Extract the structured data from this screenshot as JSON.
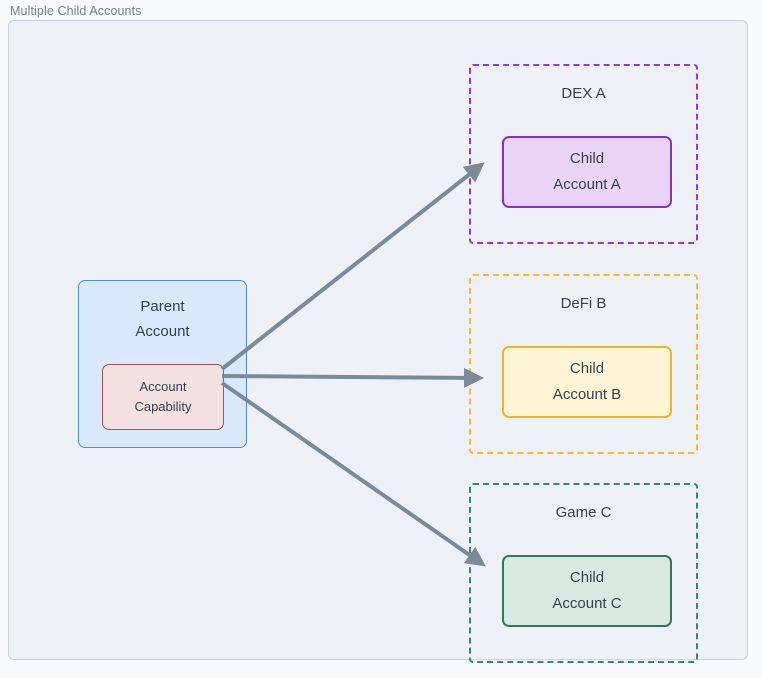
{
  "page": {
    "title": "Multiple Child Accounts"
  },
  "diagram": {
    "parent": {
      "label": "Parent\nAccount",
      "capability_label": "Account\nCapability"
    },
    "groups": [
      {
        "name": "DEX A",
        "child_label": "Child\nAccount A",
        "accent": "#9333ea",
        "child_fill": "#e9d4f8",
        "child_border": "#8b2fc9"
      },
      {
        "name": "DeFi B",
        "child_label": "Child\nAccount B",
        "accent": "#f6bc2f",
        "child_fill": "#fdf4d6",
        "child_border": "#f0b429"
      },
      {
        "name": "Game C",
        "child_label": "Child\nAccount C",
        "accent": "#2e8b6e",
        "child_fill": "#d9e8e1",
        "child_border": "#2b7a5c"
      }
    ],
    "connections": [
      {
        "from": "Account Capability",
        "to": "Child Account A"
      },
      {
        "from": "Account Capability",
        "to": "Child Account B"
      },
      {
        "from": "Account Capability",
        "to": "Child Account C"
      }
    ],
    "theme": {
      "arrow_color": "#7c8997",
      "canvas_fill": "#edf1f6",
      "canvas_border": "#c9d1da",
      "parent_fill": "#d9e9fb",
      "parent_border": "#4a90e2",
      "capability_fill": "#f3e0e0",
      "capability_border": "#a2544e",
      "text_color": "#36424e",
      "title_color": "#75808d"
    }
  }
}
